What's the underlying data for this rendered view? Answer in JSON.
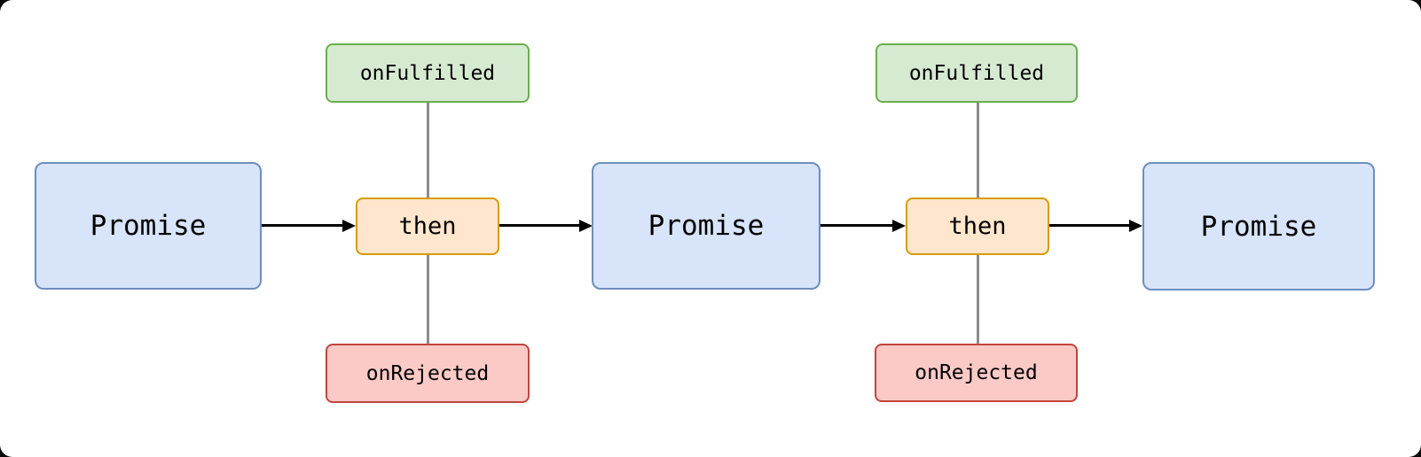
{
  "nodes": {
    "promise1": "Promise",
    "onFulfilled1": "onFulfilled",
    "then1": "then",
    "onRejected1": "onRejected",
    "promise2": "Promise",
    "onFulfilled2": "onFulfilled",
    "then2": "then",
    "onRejected2": "onRejected",
    "promise3": "Promise"
  },
  "colors": {
    "canvas": "#ffffff",
    "text": "#000000",
    "promise-fill": "#d7e4f9",
    "promise-border": "#6c8ebf",
    "then-fill": "#ffe6cc",
    "then-border": "#d79b00",
    "fulfilled-fill": "#d6ead2",
    "fulfilled-border": "#6aae4e",
    "rejected-fill": "#fbc9c6",
    "rejected-border": "#c2443c",
    "arrow": "#000000",
    "connector": "#8c8c8c"
  }
}
